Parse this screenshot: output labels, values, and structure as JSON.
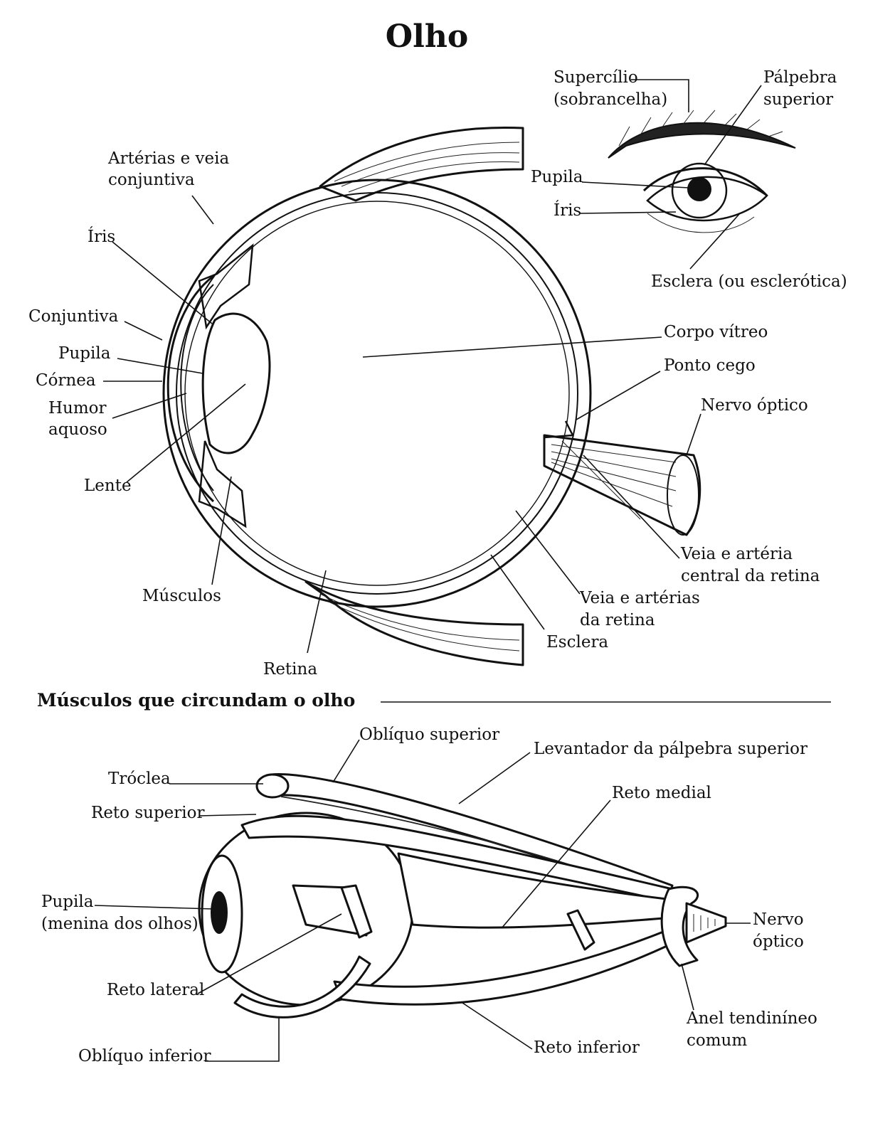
{
  "title": "Olho",
  "section2_title": "Músculos que circundam o olho",
  "labels_section1": {
    "supercilio": "Supercílio",
    "sobrancelha": "(sobrancelha)",
    "palpebra": "Pálpebra",
    "superior": "superior",
    "pupila_ext": "Pupila",
    "iris_ext": "Íris",
    "esclera_ext": "Esclera (ou esclerótica)",
    "arterias_l1": "Artérias e veia",
    "arterias_l2": "conjuntiva",
    "iris": "Íris",
    "conjuntiva": "Conjuntiva",
    "pupila": "Pupila",
    "cornea": "Córnea",
    "humor_l1": "Humor",
    "humor_l2": "aquoso",
    "lente": "Lente",
    "musculos": "Músculos",
    "retina": "Retina",
    "corpo_vitreo": "Corpo vítreo",
    "ponto_cego": "Ponto cego",
    "nervo_optico": "Nervo óptico",
    "veia_central_l1": "Veia e artéria",
    "veia_central_l2": "central da retina",
    "veias_retina_l1": "Veia e artérias",
    "veias_retina_l2": "da retina",
    "esclera": "Esclera"
  },
  "labels_section2": {
    "obliquo_superior": "Oblíquo superior",
    "levantador": "Levantador da pálpebra superior",
    "troclea": "Tróclea",
    "reto_superior": "Reto superior",
    "reto_medial": "Reto medial",
    "pupila_l1": "Pupila",
    "pupila_l2": "(menina dos olhos)",
    "reto_lateral": "Reto lateral",
    "obliquo_inferior": "Oblíquo inferior",
    "reto_inferior": "Reto inferior",
    "nervo_l1": "Nervo",
    "nervo_l2": "óptico",
    "anel_l1": "Anel tendiníneo",
    "anel_l2": "comum"
  }
}
